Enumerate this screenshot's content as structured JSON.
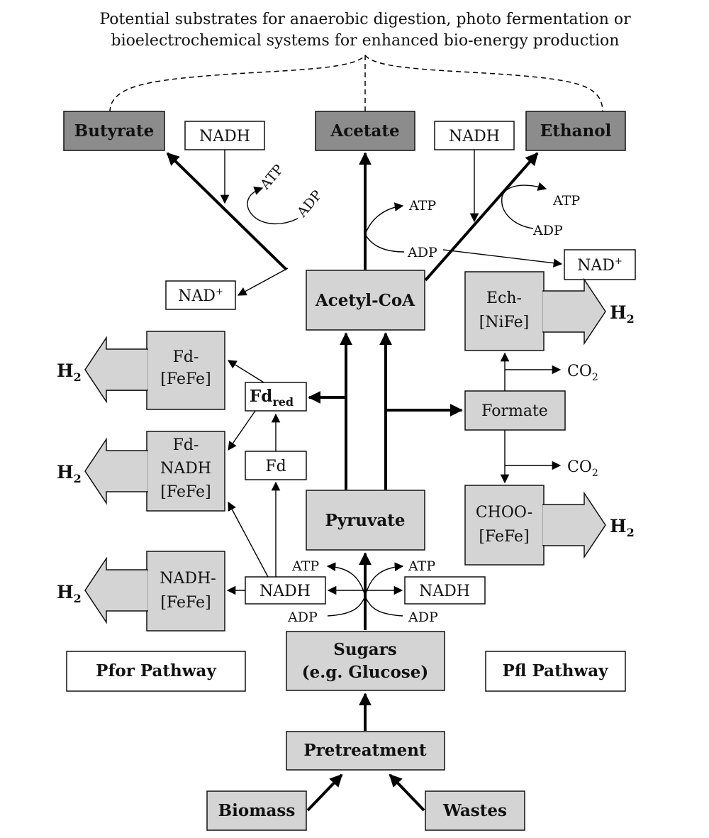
{
  "header": {
    "line1": "Potential substrates for anaerobic digestion, photo fermentation or",
    "line2": "bioelectrochemical systems for enhanced bio-energy production"
  },
  "products": {
    "butyrate": "Butyrate",
    "acetate": "Acetate",
    "ethanol": "Ethanol"
  },
  "cofactors": {
    "nadh": "NADH",
    "nad": "NAD",
    "nad_sup": "+",
    "atp": "ATP",
    "adp": "ADP",
    "fd": "Fd",
    "fd_red": "Fd",
    "fd_red_sub": "red",
    "co2": "CO",
    "co2_sub": "2",
    "h": "H",
    "h_sub": "2"
  },
  "nodes": {
    "acetyl_coa": "Acetyl-CoA",
    "pyruvate": "Pyruvate",
    "sugars_line1": "Sugars",
    "sugars_line2": "(e.g. Glucose)",
    "pretreatment": "Pretreatment",
    "biomass": "Biomass",
    "wastes": "Wastes",
    "formate": "Formate"
  },
  "hydrogenases": {
    "ech_line1": "Ech-",
    "ech_line2": "[NiFe]",
    "fd_fefe_line1": "Fd-",
    "fd_fefe_line2": "[FeFe]",
    "fd_nadh_line1": "Fd-",
    "fd_nadh_line2": "NADH",
    "fd_nadh_line3": "[FeFe]",
    "nadh_fefe_line1": "NADH-",
    "nadh_fefe_line2": "[FeFe]",
    "choo_line1": "CHOO-",
    "choo_line2": "[FeFe]"
  },
  "pathways": {
    "pfor": "Pfor Pathway",
    "pfl": "Pfl Pathway"
  }
}
